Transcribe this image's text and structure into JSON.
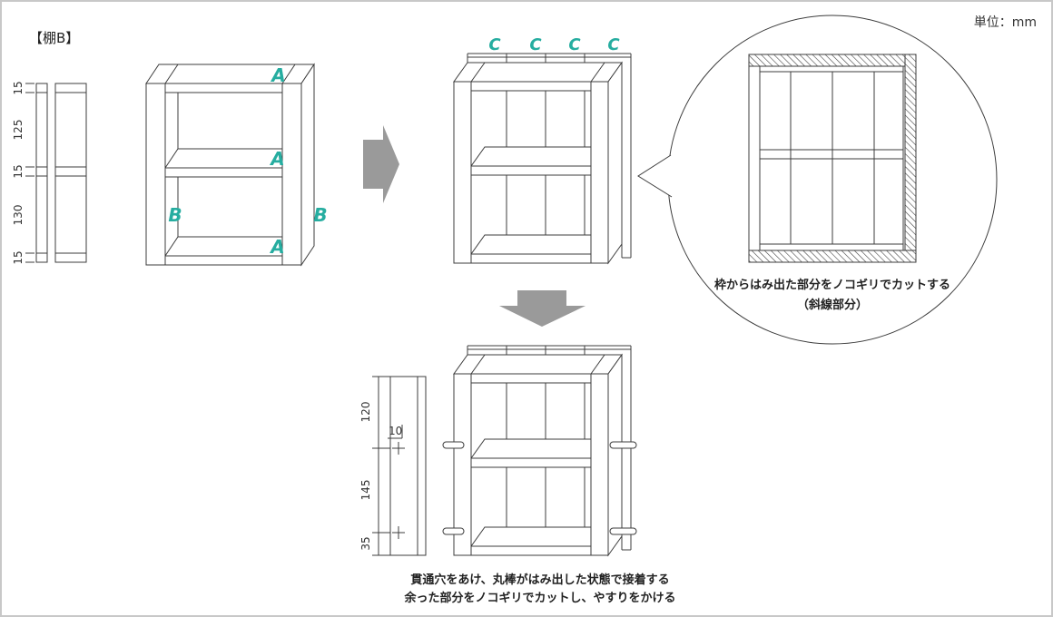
{
  "title": "【棚B】",
  "unit": "単位：mm",
  "colors": {
    "accent_teal": "#26ada0",
    "arrow_gray": "#9a9a9a",
    "line": "#3c3c3c",
    "page_border": "#c8c8c8"
  },
  "side_view": {
    "dims": [
      "15",
      "125",
      "15",
      "130",
      "15"
    ]
  },
  "part_labels": {
    "a": "A",
    "b": "B",
    "c": "C"
  },
  "callout": {
    "line1": "枠からはみ出た部分をノコギリでカットする",
    "line2": "（斜線部分）"
  },
  "drill_view": {
    "dim_top": "120",
    "dim_offset": "10",
    "dim_mid": "145",
    "dim_bottom": "35"
  },
  "note": {
    "line1": "貫通穴をあけ、丸棒がはみ出した状態で接着する",
    "line2": "余った部分をノコギリでカットし、やすりをかける"
  }
}
